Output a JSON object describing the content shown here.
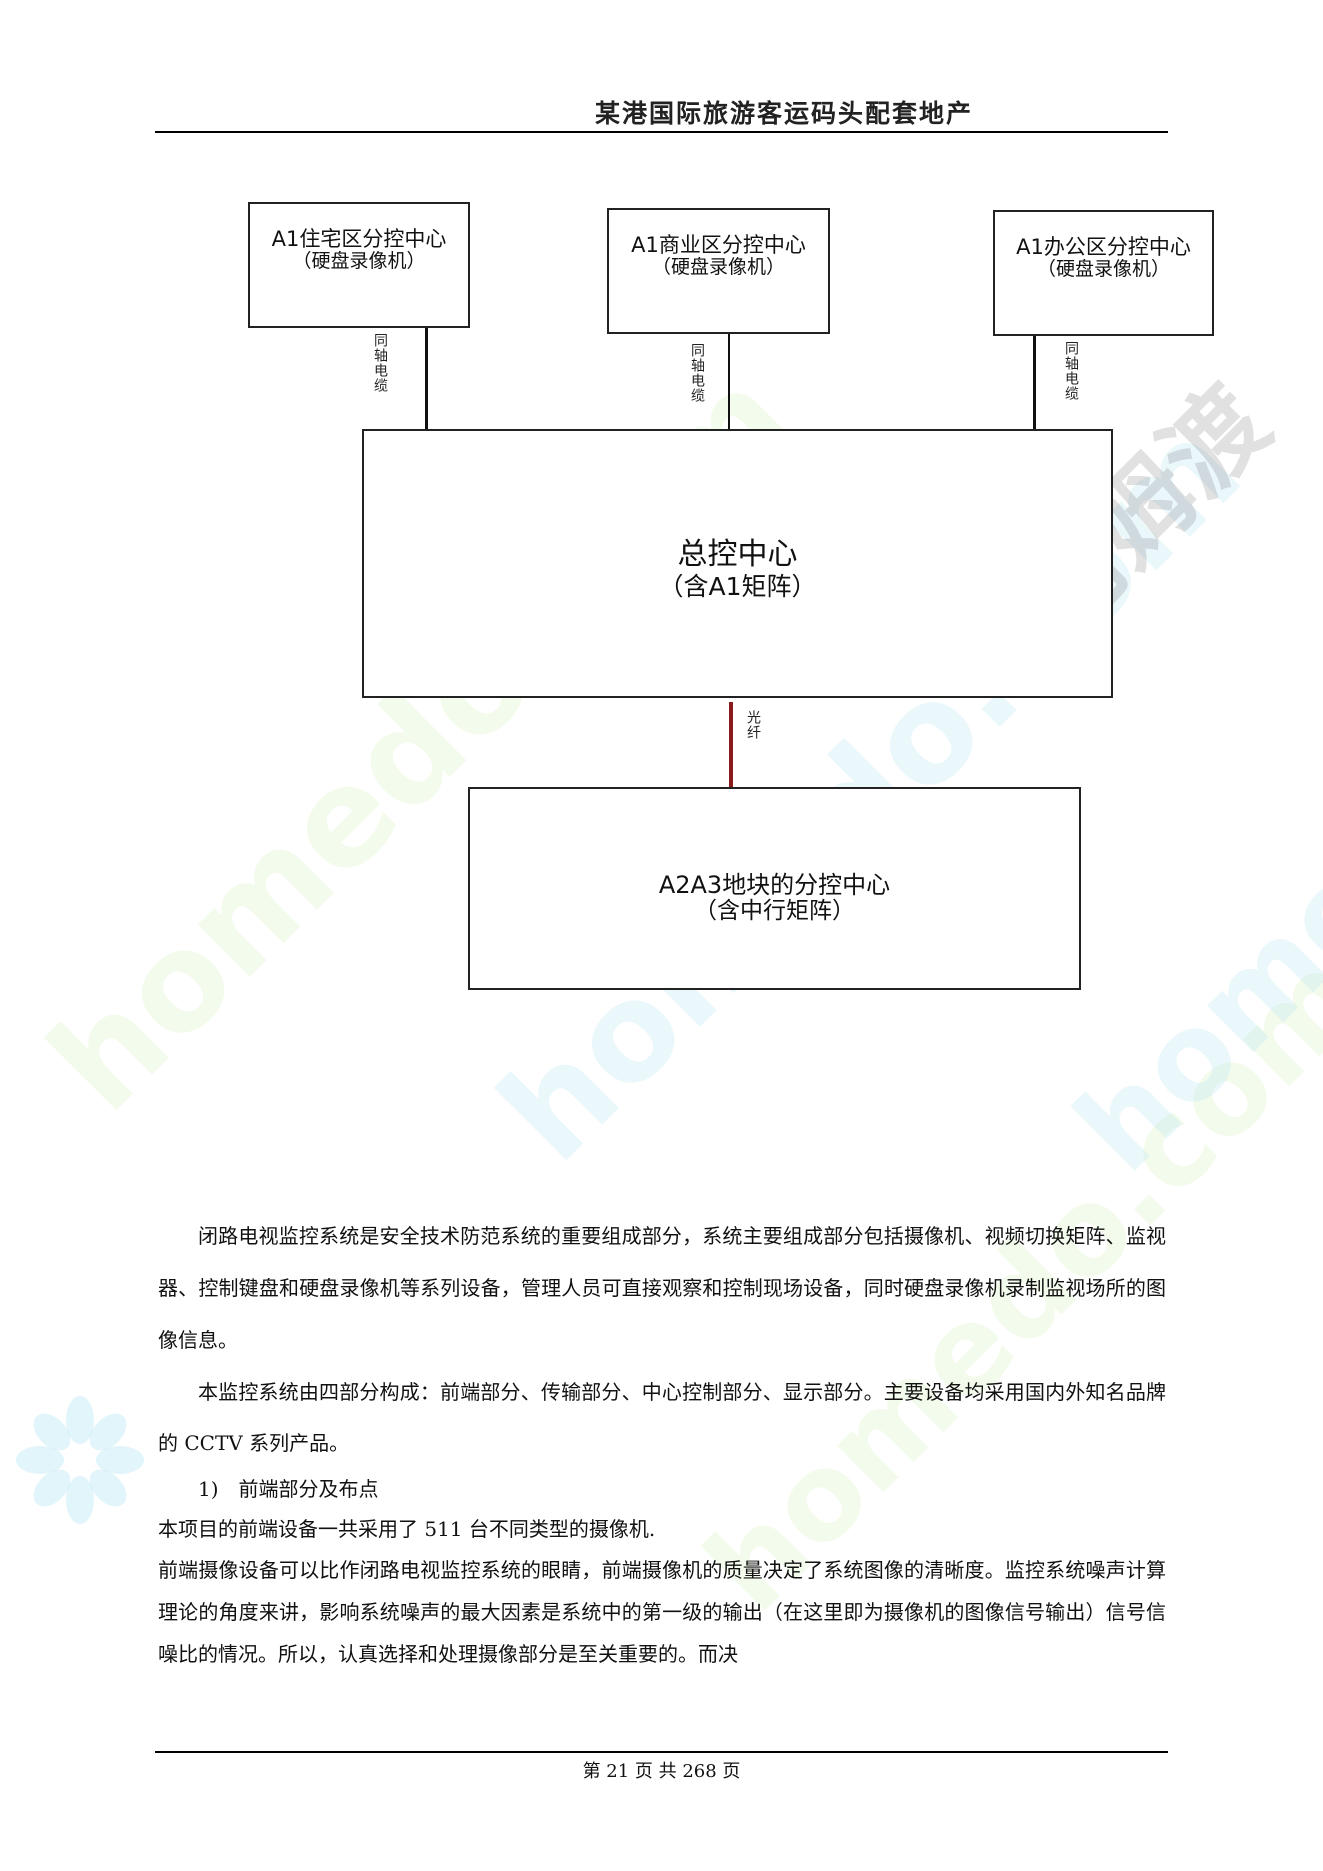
{
  "header": {
    "title": "某港国际旅游客运码头配套地产"
  },
  "diagram": {
    "node_residential": {
      "line1": "A1住宅区分控中心",
      "line2": "（硬盘录像机）"
    },
    "node_commercial": {
      "line1": "A1商业区分控中心",
      "line2": "（硬盘录像机）"
    },
    "node_office": {
      "line1": "A1办公区分控中心",
      "line2": "（硬盘录像机）"
    },
    "node_main": {
      "line1": "总控中心",
      "line2": "（含A1矩阵）"
    },
    "node_sub": {
      "line1": "A2A3地块的分控中心",
      "line2": "（含中行矩阵）"
    },
    "link_coax": "同轴电缆",
    "link_fiber": "光纤"
  },
  "body": {
    "para1": "闭路电视监控系统是安全技术防范系统的重要组成部分，系统主要组成部分包括摄像机、视频切换矩阵、监视器、控制键盘和硬盘录像机等系列设备，管理人员可直接观察和控制现场设备，同时硬盘录像机录制监视场所的图像信息。",
    "para2": "本监控系统由四部分构成：前端部分、传输部分、中心控制部分、显示部分。主要设备均采用国内外知名品牌的 CCTV 系列产品。",
    "item1": "1)　前端部分及布点",
    "line_cameras": "本项目的前端设备一共采用了 511 台不同类型的摄像机.",
    "para3": "前端摄像设备可以比作闭路电视监控系统的眼睛，前端摄像机的质量决定了系统图像的清晰度。监控系统噪声计算理论的角度来讲，影响系统噪声的最大因素是系统中的第一级的输出（在这里即为摄像机的图像信号输出）信号信噪比的情况。所以，认真选择和处理摄像部分是至关重要的。而决"
  },
  "footer": {
    "page": "第 21 页 共 268 页"
  },
  "watermark": {
    "text": "homedo.com",
    "cn": "河姆渡"
  }
}
